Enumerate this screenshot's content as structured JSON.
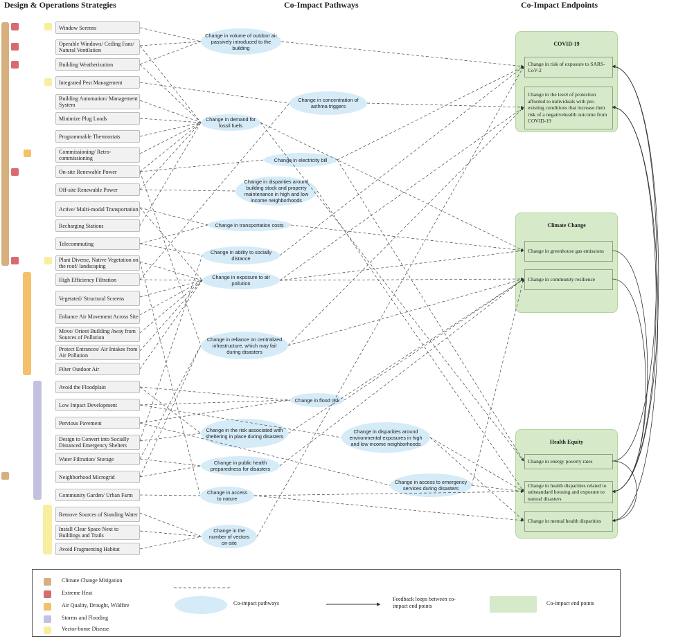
{
  "headers": {
    "strategies": "Design & Operations Strategies",
    "pathways": "Co-Impact Pathways",
    "endpoints": "Co-Impact Endpoints"
  },
  "colors": {
    "mitigation": "#d6b07f",
    "heat": "#d86a70",
    "air": "#f5c06a",
    "storms": "#c4c1e0",
    "vector": "#f8eea0",
    "pathway": "#d5ebf7",
    "endpoint": "#d6e9c8"
  },
  "strategies": [
    "Window Screens",
    "Operable Windows/ Ceiling Fans/ Natural Ventilation",
    "Building Weatherization",
    "Integrated Pest Management",
    "Building Automation/ Management System",
    "Minimize Plug Loads",
    "Programmable Thermostats",
    "Commissioning/ Retro-commissioning",
    "On-site Renewable Power",
    "Off-site Renewable Power",
    "Active/ Multi-modal Transportation",
    "Recharging Stations",
    "Telecommuting",
    "Plant Diverse, Native Vegetation on the roof/ landscaping",
    "High Efficiency Filtration",
    "Vegetated/ Structural Screens",
    "Enhance Air Movement Across Site",
    "Move/ Orient Building Away from Sources of Pollution",
    "Protect Entrances/ Air Intakes from Air Pollution",
    "Filter Outdoor Air",
    "Avoid the Floodplain",
    "Low Impact Development",
    "Pervious Pavement",
    "Design to Convert into Socially Distanced Emergency Shelters",
    "Water Filtration/ Storage",
    "Neighborhood Microgrid",
    "Community Garden/ Urban Farm",
    "Remove Sources of Standing Water",
    "Install Clear Space Next to Buildings and Trails",
    "Avoid Fragmenting Habitat"
  ],
  "pathways": [
    "Change in volume of outdoor air passively introduced to the building",
    "Change in concentration of asthma triggers",
    "Change in demand for fossil fuels",
    "Change in electricity bill",
    "Change in disparities around building stock and property maintenance in high and low income neighborhoods",
    "Change in transportation costs",
    "Change in ability to socially distance",
    "Change in exposure to air pollution",
    "Change in reliance on centralized infrastructure, which may fail during disasters",
    "Change in flood risk",
    "Change in the risk associated with sheltering in place during disasters",
    "Change in disparities around environmental exposures in high and low income neighborhoods",
    "Change in public health preparedness for disasters",
    "Change in access to emergency services during disasters",
    "Change in access to nature",
    "Change in the number of vectors on-site"
  ],
  "groups": [
    {
      "title": "COVID-19",
      "endpoints": [
        "Change in risk of exposure to SARS-CoV-2",
        "Change in the level of protection afforded to individuals with pre-existing conditions that increase their risk of a negativehealth outcome from COVID-19"
      ]
    },
    {
      "title": "Climate Change",
      "endpoints": [
        "Change in greenhouse gas emissions",
        "Change in community resilience"
      ]
    },
    {
      "title": "Health Equity",
      "endpoints": [
        "Change in energy poverty rates",
        "Change in health disparities related to substandard housing and exposure to natural disasters",
        "Change in mental health disparities"
      ]
    }
  ],
  "legend": {
    "mitigation": "Climate Change Mitigation",
    "heat": "Extreme Heat",
    "air": "Air Quality, Drought, Wildfire",
    "storms": "Storms and Flooding",
    "vector": "Vector-borne Disease",
    "pathways": "Co-impact pathways",
    "feedback": "Feedback loops between co-impact end points",
    "endpoints": "Co-impact end points"
  }
}
